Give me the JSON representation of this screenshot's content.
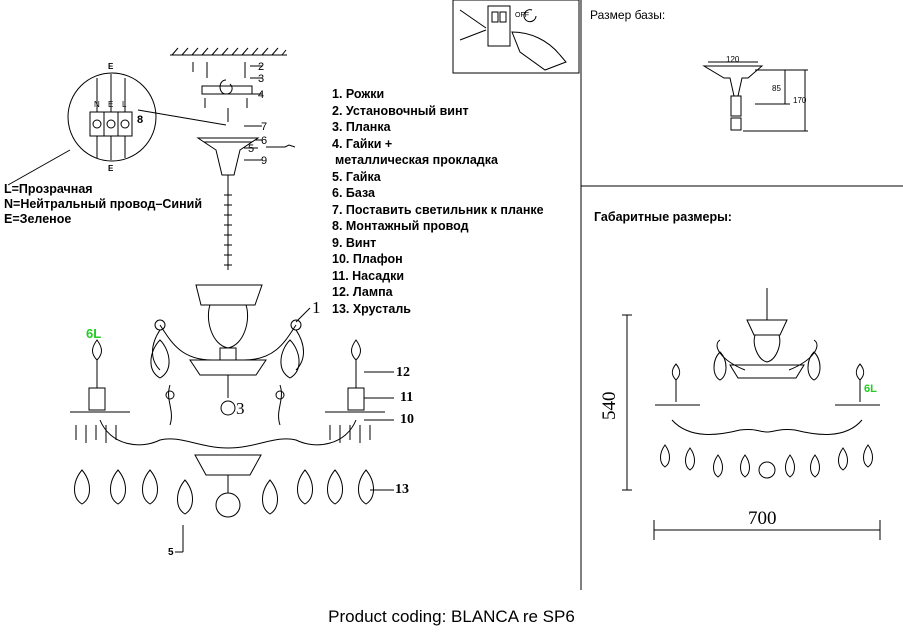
{
  "parts_list": [
    "1. Рожки",
    "2. Установочный винт",
    "3. Планка",
    "4. Гайки +",
    "металлическая прокладка",
    "5. Гайка",
    "6. База",
    "7. Поставить светильник к планке",
    "8. Монтажный провод",
    "9. Винт",
    "10. Плафон",
    "11. Насадки",
    "12. Лампа",
    "13. Хрусталь"
  ],
  "wiring_note": [
    "L=Прозрачная",
    "N=Нейтральный провод–Синий",
    "E=Зеленое"
  ],
  "base_size_label": "Размер базы:",
  "base_dims": {
    "width": "120",
    "inner_height": "85",
    "height": "170"
  },
  "overall_label": "Габаритные размеры:",
  "overall_dims": {
    "height": "540",
    "width": "700"
  },
  "lamp_count": "6L",
  "terminal_labels": {
    "top": "E",
    "bottom": "E",
    "n": "N",
    "l": "L",
    "e": "E"
  },
  "switch_label": "OFF",
  "callouts": {
    "n1": "1",
    "n2": "2",
    "n3": "3",
    "n4": "4",
    "n5": "5",
    "n6": "6",
    "n7": "7",
    "n8": "8",
    "n9": "9",
    "n10": "10",
    "n11": "11",
    "n12": "12",
    "n13": "13",
    "n3_body": "3",
    "n5_bottom": "5"
  },
  "product_coding": "Product coding: BLANCA re SP6",
  "colors": {
    "lamp_count": "#22cc22",
    "line": "#000000"
  }
}
